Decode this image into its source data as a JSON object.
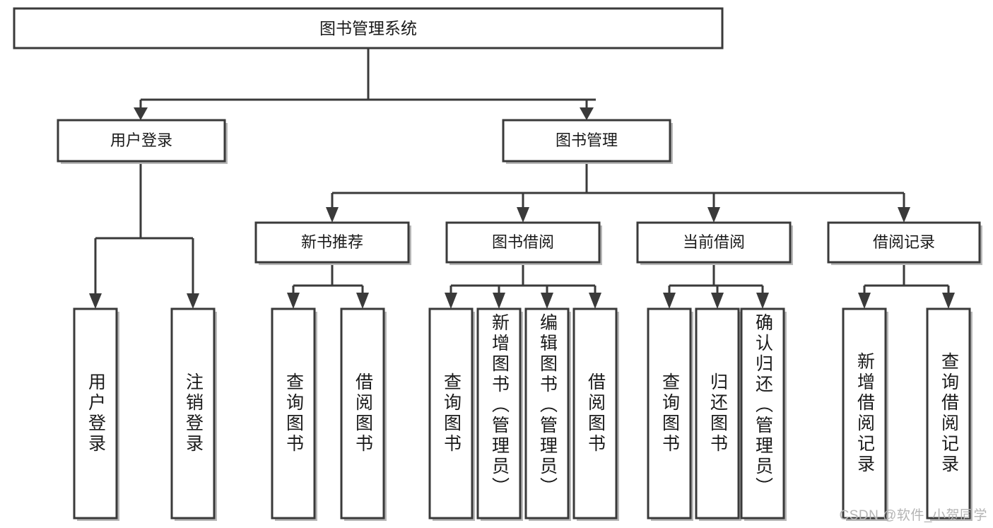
{
  "diagram": {
    "type": "hierarchy-tree",
    "title": "图书管理系统",
    "watermark": "CSDN @软件_小贺同学",
    "colors": {
      "box_stroke": "#3a3a3a",
      "box_fill": "#ffffff",
      "connector": "#3a3a3a",
      "text": "#1a1a1a",
      "watermark": "#b4b4b4",
      "background": "#ffffff"
    },
    "root": {
      "label": "图书管理系统"
    },
    "level2": [
      {
        "label": "用户登录"
      },
      {
        "label": "图书管理"
      }
    ],
    "level3": [
      {
        "label": "新书推荐"
      },
      {
        "label": "图书借阅"
      },
      {
        "label": "当前借阅"
      },
      {
        "label": "借阅记录"
      }
    ],
    "leaves": {
      "user_login": [
        {
          "label": "用户登录"
        },
        {
          "label": "注销登录"
        }
      ],
      "new_book_recommend": [
        {
          "label": "查询图书"
        },
        {
          "label": "借阅图书"
        }
      ],
      "book_borrow": [
        {
          "label": "查询图书"
        },
        {
          "label": "新增图书（管理员）"
        },
        {
          "label": "编辑图书（管理员）"
        },
        {
          "label": "借阅图书"
        }
      ],
      "current_borrow": [
        {
          "label": "查询图书"
        },
        {
          "label": "归还图书"
        },
        {
          "label": "确认归还（管理员）"
        }
      ],
      "borrow_records": [
        {
          "label": "新增借阅记录"
        },
        {
          "label": "查询借阅记录"
        }
      ]
    }
  }
}
